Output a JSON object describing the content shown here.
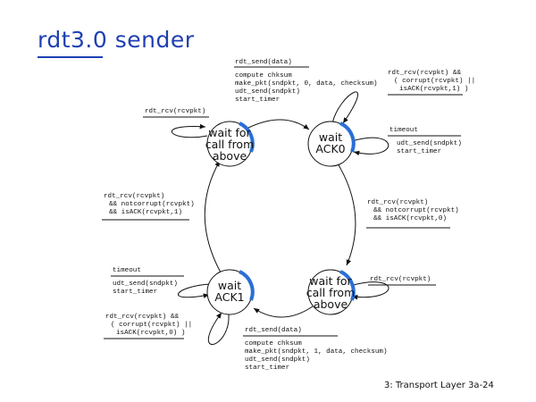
{
  "title": {
    "prefix": "rdt3.0",
    "suffix": " sender"
  },
  "states": {
    "wait_call_0": [
      "wait for",
      "call from",
      "above"
    ],
    "wait_ack0": [
      "wait",
      "ACK0"
    ],
    "wait_call_1": [
      "wait for",
      "call from",
      "above"
    ],
    "wait_ack1": [
      "wait",
      "ACK1"
    ]
  },
  "transitions": {
    "send0": {
      "event": "rdt_send(data)",
      "actions": [
        "compute chksum",
        "make_pkt(sndpkt, 0, data, checksum)",
        "udt_send(sndpkt)",
        "start_timer"
      ]
    },
    "rcv_idle0": {
      "event": "rdt_rcv(rcvpkt)",
      "actions": []
    },
    "rcv_ack0_bad": {
      "event": "rdt_rcv(rcvpkt) &&",
      "event_lines": [
        "( corrupt(rcvpkt) ||",
        "isACK(rcvpkt,1) )"
      ],
      "actions": []
    },
    "timeout0": {
      "event": "timeout",
      "actions": [
        "udt_send(sndpkt)",
        "start_timer"
      ]
    },
    "ack0_ok": {
      "event": "rdt_rcv(rcvpkt)",
      "event_lines": [
        "&& notcorrupt(rcvpkt)",
        "&& isACK(rcvpkt,0)"
      ],
      "actions": []
    },
    "rcv_idle1": {
      "event": "rdt_rcv(rcvpkt)",
      "actions": []
    },
    "send1": {
      "event": "rdt_send(data)",
      "actions": [
        "compute chksum",
        "make_pkt(sndpkt, 1, data, checksum)",
        "udt_send(sndpkt)",
        "start_timer"
      ]
    },
    "timeout1": {
      "event": "timeout",
      "actions": [
        "udt_send(sndpkt)",
        "start_timer"
      ]
    },
    "rcv_ack1_bad": {
      "event": "rdt_rcv(rcvpkt) &&",
      "event_lines": [
        "( corrupt(rcvpkt) ||",
        "isACK(rcvpkt,0) )"
      ],
      "actions": []
    },
    "ack1_ok": {
      "event": "rdt_rcv(rcvpkt)",
      "event_lines": [
        "&& notcorrupt(rcvpkt)",
        "&& isACK(rcvpkt,1)"
      ],
      "actions": []
    }
  },
  "footer": "3: Transport Layer   3a-24",
  "colors": {
    "title": "#1f3fb3",
    "state_accent": "#2a6fd6",
    "ink": "#111111"
  }
}
